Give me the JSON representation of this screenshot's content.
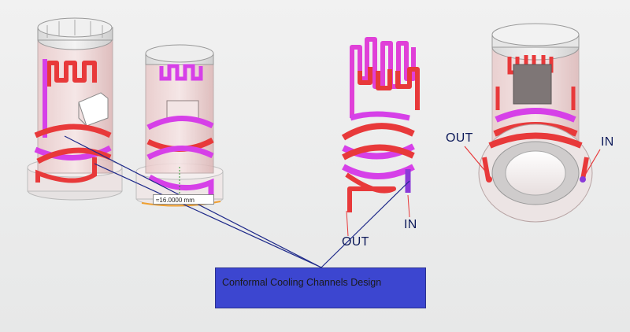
{
  "caption": {
    "text": "Conformal Cooling Channels Design",
    "fill_color": "#3c46d0"
  },
  "labels": {
    "out_center": "OUT",
    "in_center": "IN",
    "out_right": "OUT",
    "in_right": "IN"
  },
  "dimension": {
    "readout": "≈16.0000 mm"
  },
  "colors": {
    "hot_channel": "#e8393a",
    "cool_channel": "#d640e8",
    "leader_line": "#1f2a8a",
    "part_body": "#f2d6d6"
  },
  "icons": {
    "models": [
      "mold-core-model",
      "mold-insert-model",
      "cooling-channel-model",
      "assembled-core-model"
    ]
  }
}
